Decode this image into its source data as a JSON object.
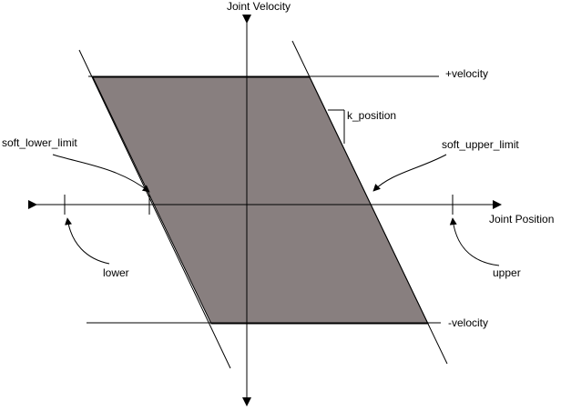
{
  "labels": {
    "y_axis": "Joint Velocity",
    "x_axis": "Joint Position",
    "pos_velocity": "+velocity",
    "neg_velocity": "-velocity",
    "k_position": "k_position",
    "soft_lower_limit": "soft_lower_limit",
    "soft_upper_limit": "soft_upper_limit",
    "lower": "lower",
    "upper": "upper"
  },
  "colors": {
    "region_fill": "#887f7f",
    "line": "#000000",
    "background": "#ffffff"
  }
}
